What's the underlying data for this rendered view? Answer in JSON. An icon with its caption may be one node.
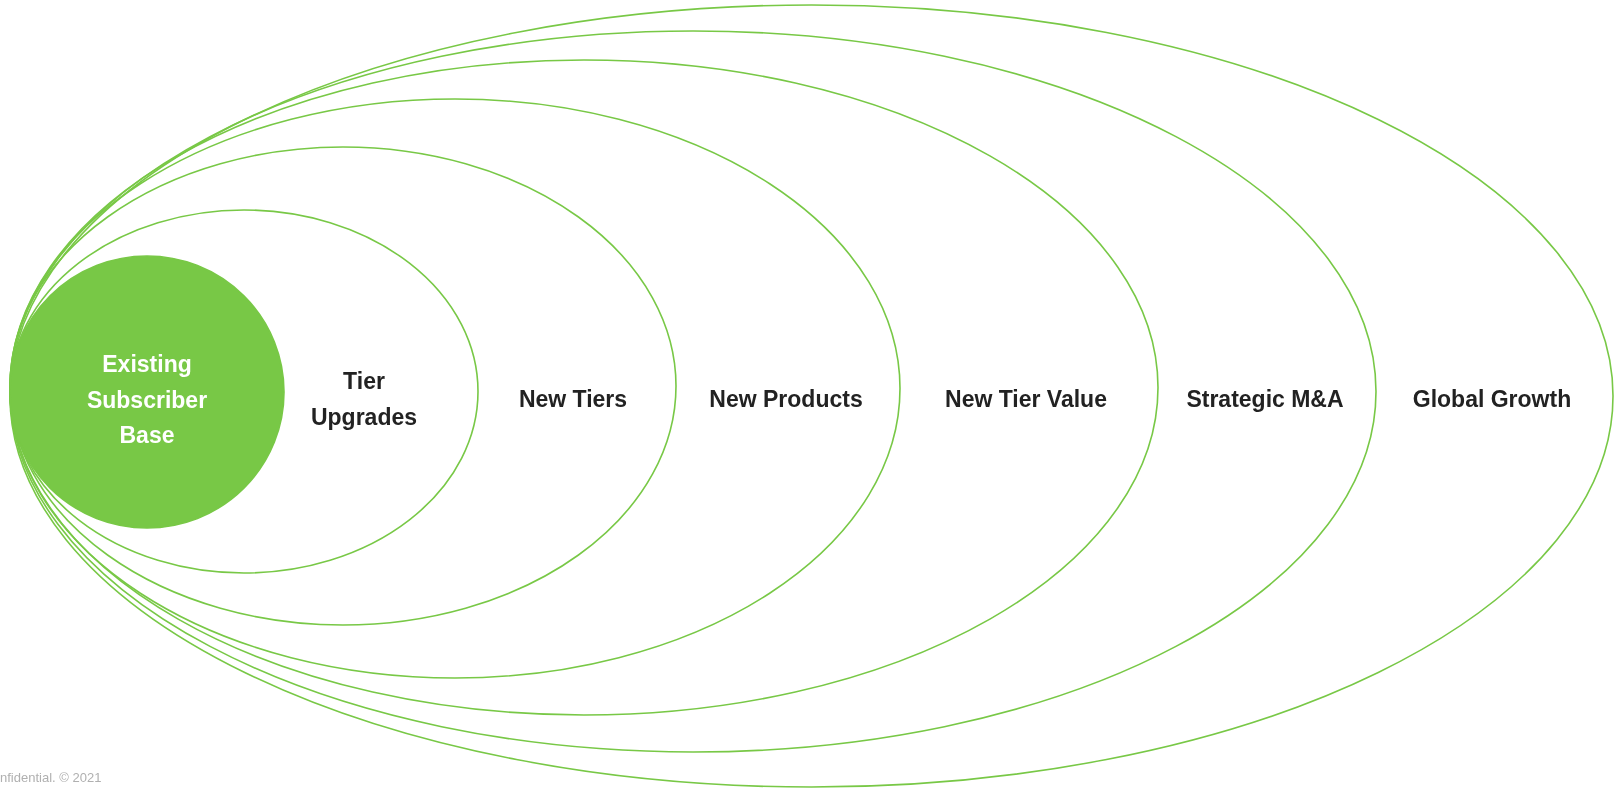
{
  "diagram": {
    "nodes": [
      {
        "text": [
          "Global Growth"
        ]
      },
      {
        "text": [
          "Strategic M&A"
        ],
        "in": 0
      },
      {
        "text": [
          "New Tier Value"
        ],
        "in": 1
      },
      {
        "text": [
          "New Products"
        ],
        "in": 2
      },
      {
        "text": [
          "New Tiers"
        ],
        "in": 3
      },
      {
        "text": [
          "Tier Upgrades"
        ],
        "in": 4
      },
      {
        "text": [
          "Existing Subscriber Base"
        ],
        "in": 5
      }
    ],
    "labels": [
      "nfidential. © 2021"
    ]
  }
}
